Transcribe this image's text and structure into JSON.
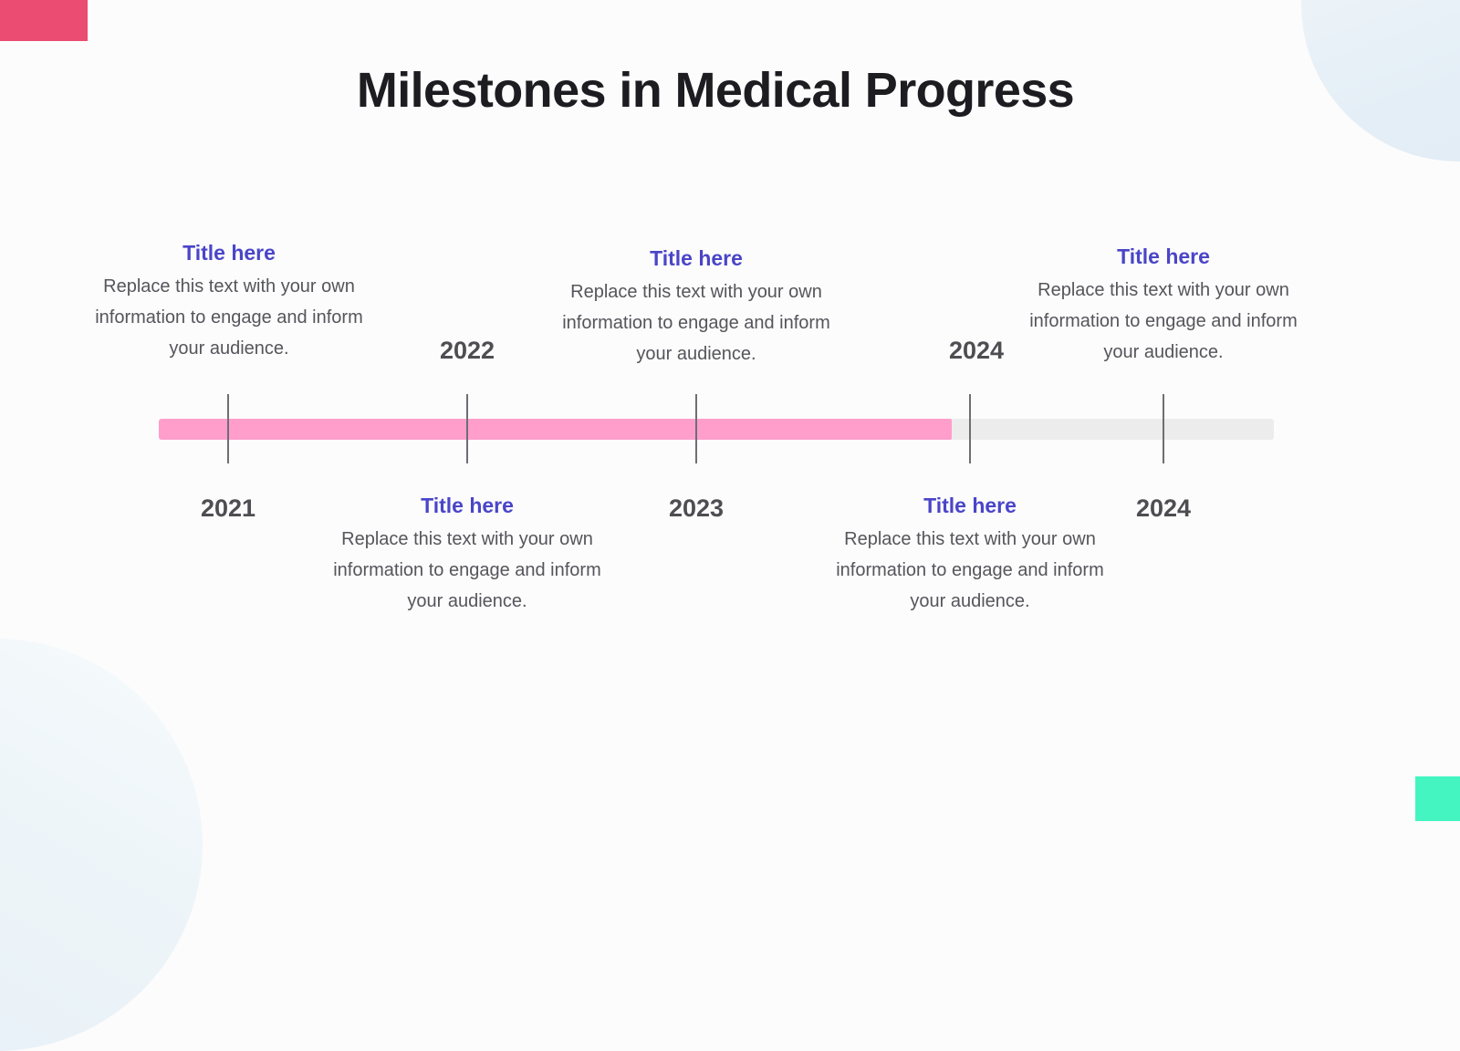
{
  "page": {
    "title": "Milestones in Medical Progress",
    "background_color": "#FCFCFC"
  },
  "theme": {
    "accent_pink": "#FF9ECB",
    "track_gray": "#ECECEC",
    "title_blue": "#4A45C8",
    "body_gray": "#55555B",
    "year_gray": "#4D4D52",
    "deco_crimson": "#EA4C72",
    "deco_mint": "#44F5C2",
    "deco_pale_blue": "#E4EEF6",
    "tick_gray": "#6E6E73"
  },
  "timeline": {
    "progress_percent": 71,
    "years_above": [
      "2022",
      "2024"
    ],
    "years_below": [
      "2021",
      "2023",
      "2024"
    ],
    "ticks": 5,
    "milestones": [
      {
        "position": "above",
        "year": "2021",
        "title": "Title here",
        "body": "Replace this text with your own information to engage and inform your audience."
      },
      {
        "position": "below",
        "year": "2022",
        "title": "Title here",
        "body": "Replace this text with your own information to engage and inform your audience."
      },
      {
        "position": "above",
        "year": "2023",
        "title": "Title here",
        "body": "Replace this text with your own information to engage and inform your audience."
      },
      {
        "position": "below",
        "year": "2024",
        "title": "Title here",
        "body": "Replace this text with your own information to engage and inform your audience."
      },
      {
        "position": "above",
        "year": "2024",
        "title": "Title here",
        "body": "Replace this text with your own information to engage and inform your audience."
      }
    ]
  },
  "year_labels": {
    "above_1": "2022",
    "above_2": "2024",
    "below_1": "2021",
    "below_2": "2023",
    "below_3": "2024"
  }
}
